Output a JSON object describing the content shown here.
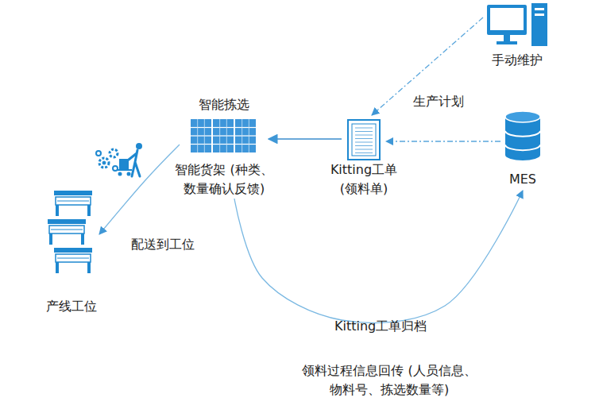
{
  "diagram": {
    "nodes": [
      {
        "text": [
          "智能拣选",
          "智能货架 (种类、数量确认反馈)"
        ]
      },
      {
        "text": [
          "Kitting工单 (领料单)"
        ]
      },
      {
        "text": [
          "手动维护"
        ]
      },
      {
        "text": [
          "MES"
        ]
      },
      {
        "text": [
          "产线工位"
        ]
      }
    ],
    "edges": [
      {
        "from": 2,
        "to": 1,
        "arrow": "to"
      },
      {
        "from": 3,
        "to": 1,
        "label": "生产计划",
        "arrow": "to"
      },
      {
        "from": 1,
        "to": 0,
        "arrow": "to"
      },
      {
        "from": 0,
        "to": 4,
        "label": "配送到工位",
        "arrow": "to"
      },
      {
        "from": 0,
        "to": 3,
        "label": "Kitting工单归档",
        "arrow": "to"
      }
    ],
    "labels": [
      "领料过程信息回传 (人员信息、物料号、拣选数量等)"
    ]
  }
}
